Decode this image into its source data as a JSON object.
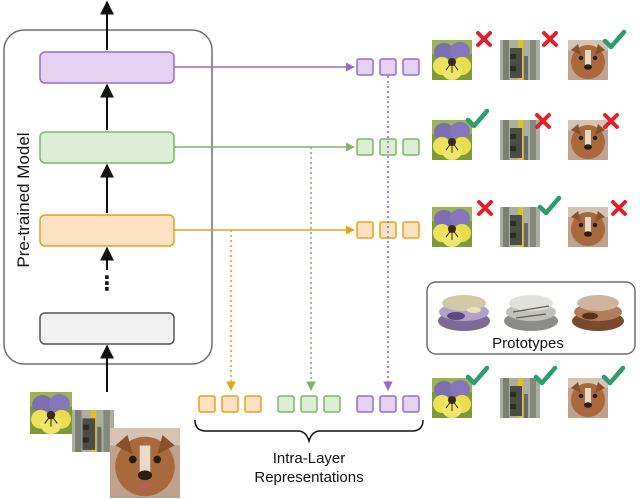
{
  "model": {
    "label": "Pre-trained Model",
    "ellipsis": "⋮"
  },
  "layers": [
    {
      "id": "layer-purple",
      "fill": "#e3d3f0",
      "stroke": "#9a6bc9"
    },
    {
      "id": "layer-green",
      "fill": "#dcefd6",
      "stroke": "#7bb766"
    },
    {
      "id": "layer-orange",
      "fill": "#fde3c4",
      "stroke": "#e6a21c"
    },
    {
      "id": "layer-input",
      "fill": "#f2f2f2",
      "stroke": "#555555"
    }
  ],
  "colors": {
    "purple": "#9a6bc9",
    "purple_fill": "#e3d3f0",
    "green": "#7bb766",
    "green_fill": "#dcefd6",
    "orange": "#e6a21c",
    "orange_fill": "#fde3c4",
    "check": "#2e9c6e",
    "cross": "#e0212b"
  },
  "prototypes": {
    "label": "Prototypes",
    "icons": [
      "flower-prototype",
      "bench-prototype",
      "dog-prototype"
    ]
  },
  "representations": {
    "label_line1": "Intra-Layer",
    "label_line2": "Representations"
  },
  "predictions": [
    {
      "row": "purple",
      "marks": [
        "cross",
        "cross",
        "check"
      ]
    },
    {
      "row": "green",
      "marks": [
        "check",
        "cross",
        "cross"
      ]
    },
    {
      "row": "orange",
      "marks": [
        "cross",
        "check",
        "cross"
      ]
    },
    {
      "row": "combined",
      "marks": [
        "check",
        "check",
        "check"
      ]
    }
  ],
  "thumbnails": [
    "pansy-flower",
    "bench-leg",
    "pit-bull-dog"
  ]
}
